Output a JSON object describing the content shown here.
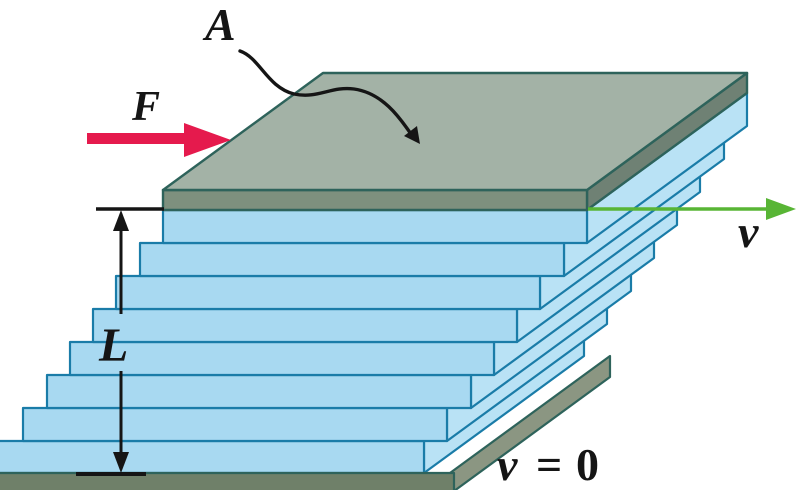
{
  "figure": {
    "labels": {
      "area": "A",
      "force": "F",
      "layer_thickness": "L",
      "top_velocity": "v",
      "bottom_velocity_var": "v",
      "bottom_velocity_equals": "=",
      "bottom_velocity_value": "0"
    },
    "colors": {
      "background": "#ffffff",
      "plate_top_face": "#a3b2a6",
      "plate_front_face": "#7e907e",
      "plate_side_face": "#6f8174",
      "plate_outline": "#2e635b",
      "bottom_plate_front_face": "#6f8069",
      "bottom_plate_side_face": "#8b9682",
      "fluid_front_face": "#a8d9f1",
      "fluid_side_face": "#b9e2f5",
      "fluid_outline": "#1a7ca8",
      "force_arrow": "#e51a4d",
      "velocity_arrow": "#58b535",
      "ink": "#151515"
    },
    "fluid_layers_count": 8
  }
}
